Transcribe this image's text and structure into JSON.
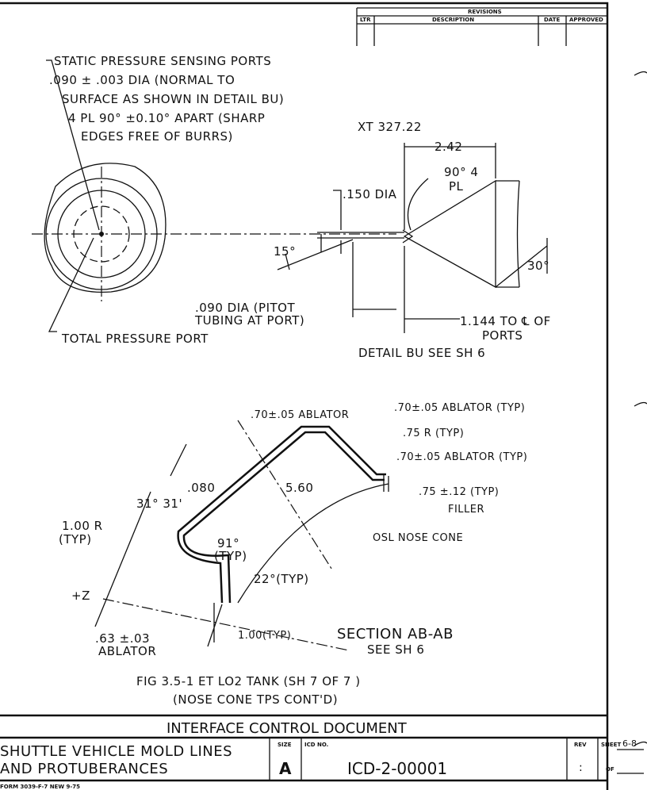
{
  "revisions": {
    "title": "REVISIONS",
    "columns": [
      "LTR",
      "DESCRIPTION",
      "DATE",
      "APPROVED"
    ]
  },
  "detail_bu": {
    "static_ports_note": [
      "STATIC PRESSURE SENSING PORTS",
      ".090 ± .003 DIA (NORMAL TO",
      "SURFACE AS SHOWN IN DETAIL BU)",
      "4 PL 90° ±0.10° APART (SHARP",
      "EDGES FREE OF BURRS)"
    ],
    "xt_station": "XT 327.22",
    "dim_242": "2.42",
    "angle_90_4pl": "90° 4",
    "angle_pl": "PL",
    "dia_150": ".150 DIA",
    "angle_15": "15°",
    "angle_30": "30°",
    "pitot_note": [
      ".090 DIA (PITOT",
      "TUBING AT PORT)"
    ],
    "dim_1144": [
      "1.144 TO ℄ OF",
      "PORTS"
    ],
    "total_pressure_port": "TOTAL PRESSURE PORT",
    "detail_title": "DETAIL BU SEE SH 6"
  },
  "section_ab": {
    "ablator_70_top": ".70±.05 ABLATOR",
    "ablator_70_typ": ".70±.05 ABLATOR (TYP)",
    "radius_75": ".75 R (TYP)",
    "ablator_70_typ2": ".70±.05 ABLATOR (TYP)",
    "filler": [
      ".75 ±.12 (TYP)",
      "FILLER"
    ],
    "osl_nose_cone": "OSL NOSE CONE",
    "dim_080": ".080",
    "dim_560": "5.60",
    "angle_3131": "31° 31'",
    "radius_100": [
      "1.00 R",
      "(TYP)"
    ],
    "angle_91": [
      "91°",
      "(TYP)"
    ],
    "angle_22": "22°(TYP)",
    "plus_z": "+Z",
    "dim_100_typ": "1.00(TYP)",
    "ablator_63": [
      ".63 ±.03",
      "ABLATOR"
    ],
    "section_title": "SECTION AB-AB",
    "see_sheet": "SEE SH 6"
  },
  "figure_caption": [
    "FIG 3.5-1 ET LO2 TANK (SH 7 OF 7 )",
    "(NOSE CONE TPS CONT'D)"
  ],
  "title_block": {
    "header": "INTERFACE CONTROL DOCUMENT",
    "title_lines": [
      "SHUTTLE VEHICLE MOLD LINES",
      "AND PROTUBERANCES"
    ],
    "size_label": "SIZE",
    "size_value": "A",
    "icd_label": "ICD NO.",
    "icd_value": "ICD-2-00001",
    "rev_label": "REV",
    "rev_value": ":",
    "sheet_label": "SHEET",
    "sheet_value": "6-8",
    "of_label": "OF",
    "form_number": "FORM 3039-F-7 NEW 9-75"
  }
}
